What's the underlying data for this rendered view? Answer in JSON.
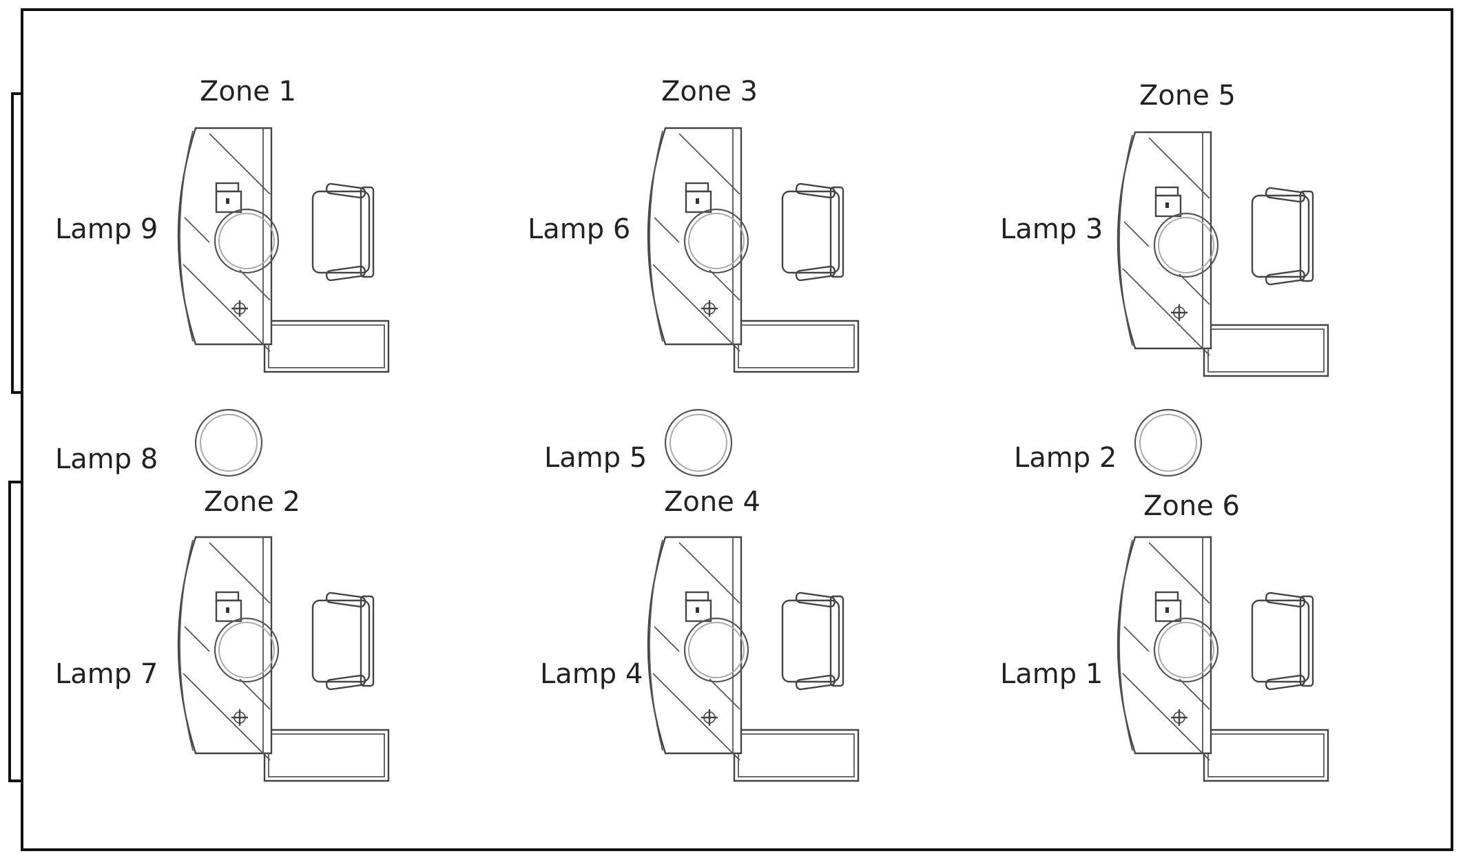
{
  "diagram": {
    "zones": [
      {
        "id": "zone-1",
        "label": "Zone 1",
        "lamp": "Lamp 9"
      },
      {
        "id": "zone-3",
        "label": "Zone 3",
        "lamp": "Lamp 6"
      },
      {
        "id": "zone-5",
        "label": "Zone 5",
        "lamp": "Lamp 3"
      },
      {
        "id": "zone-2",
        "label": "Zone 2",
        "lamp": "Lamp 7"
      },
      {
        "id": "zone-4",
        "label": "Zone 4",
        "lamp": "Lamp 4"
      },
      {
        "id": "zone-6",
        "label": "Zone 6",
        "lamp": "Lamp 1"
      }
    ],
    "aisle_lamps": [
      {
        "id": "lamp-8",
        "label": "Lamp 8"
      },
      {
        "id": "lamp-5",
        "label": "Lamp 5"
      },
      {
        "id": "lamp-2",
        "label": "Lamp 2"
      }
    ]
  }
}
